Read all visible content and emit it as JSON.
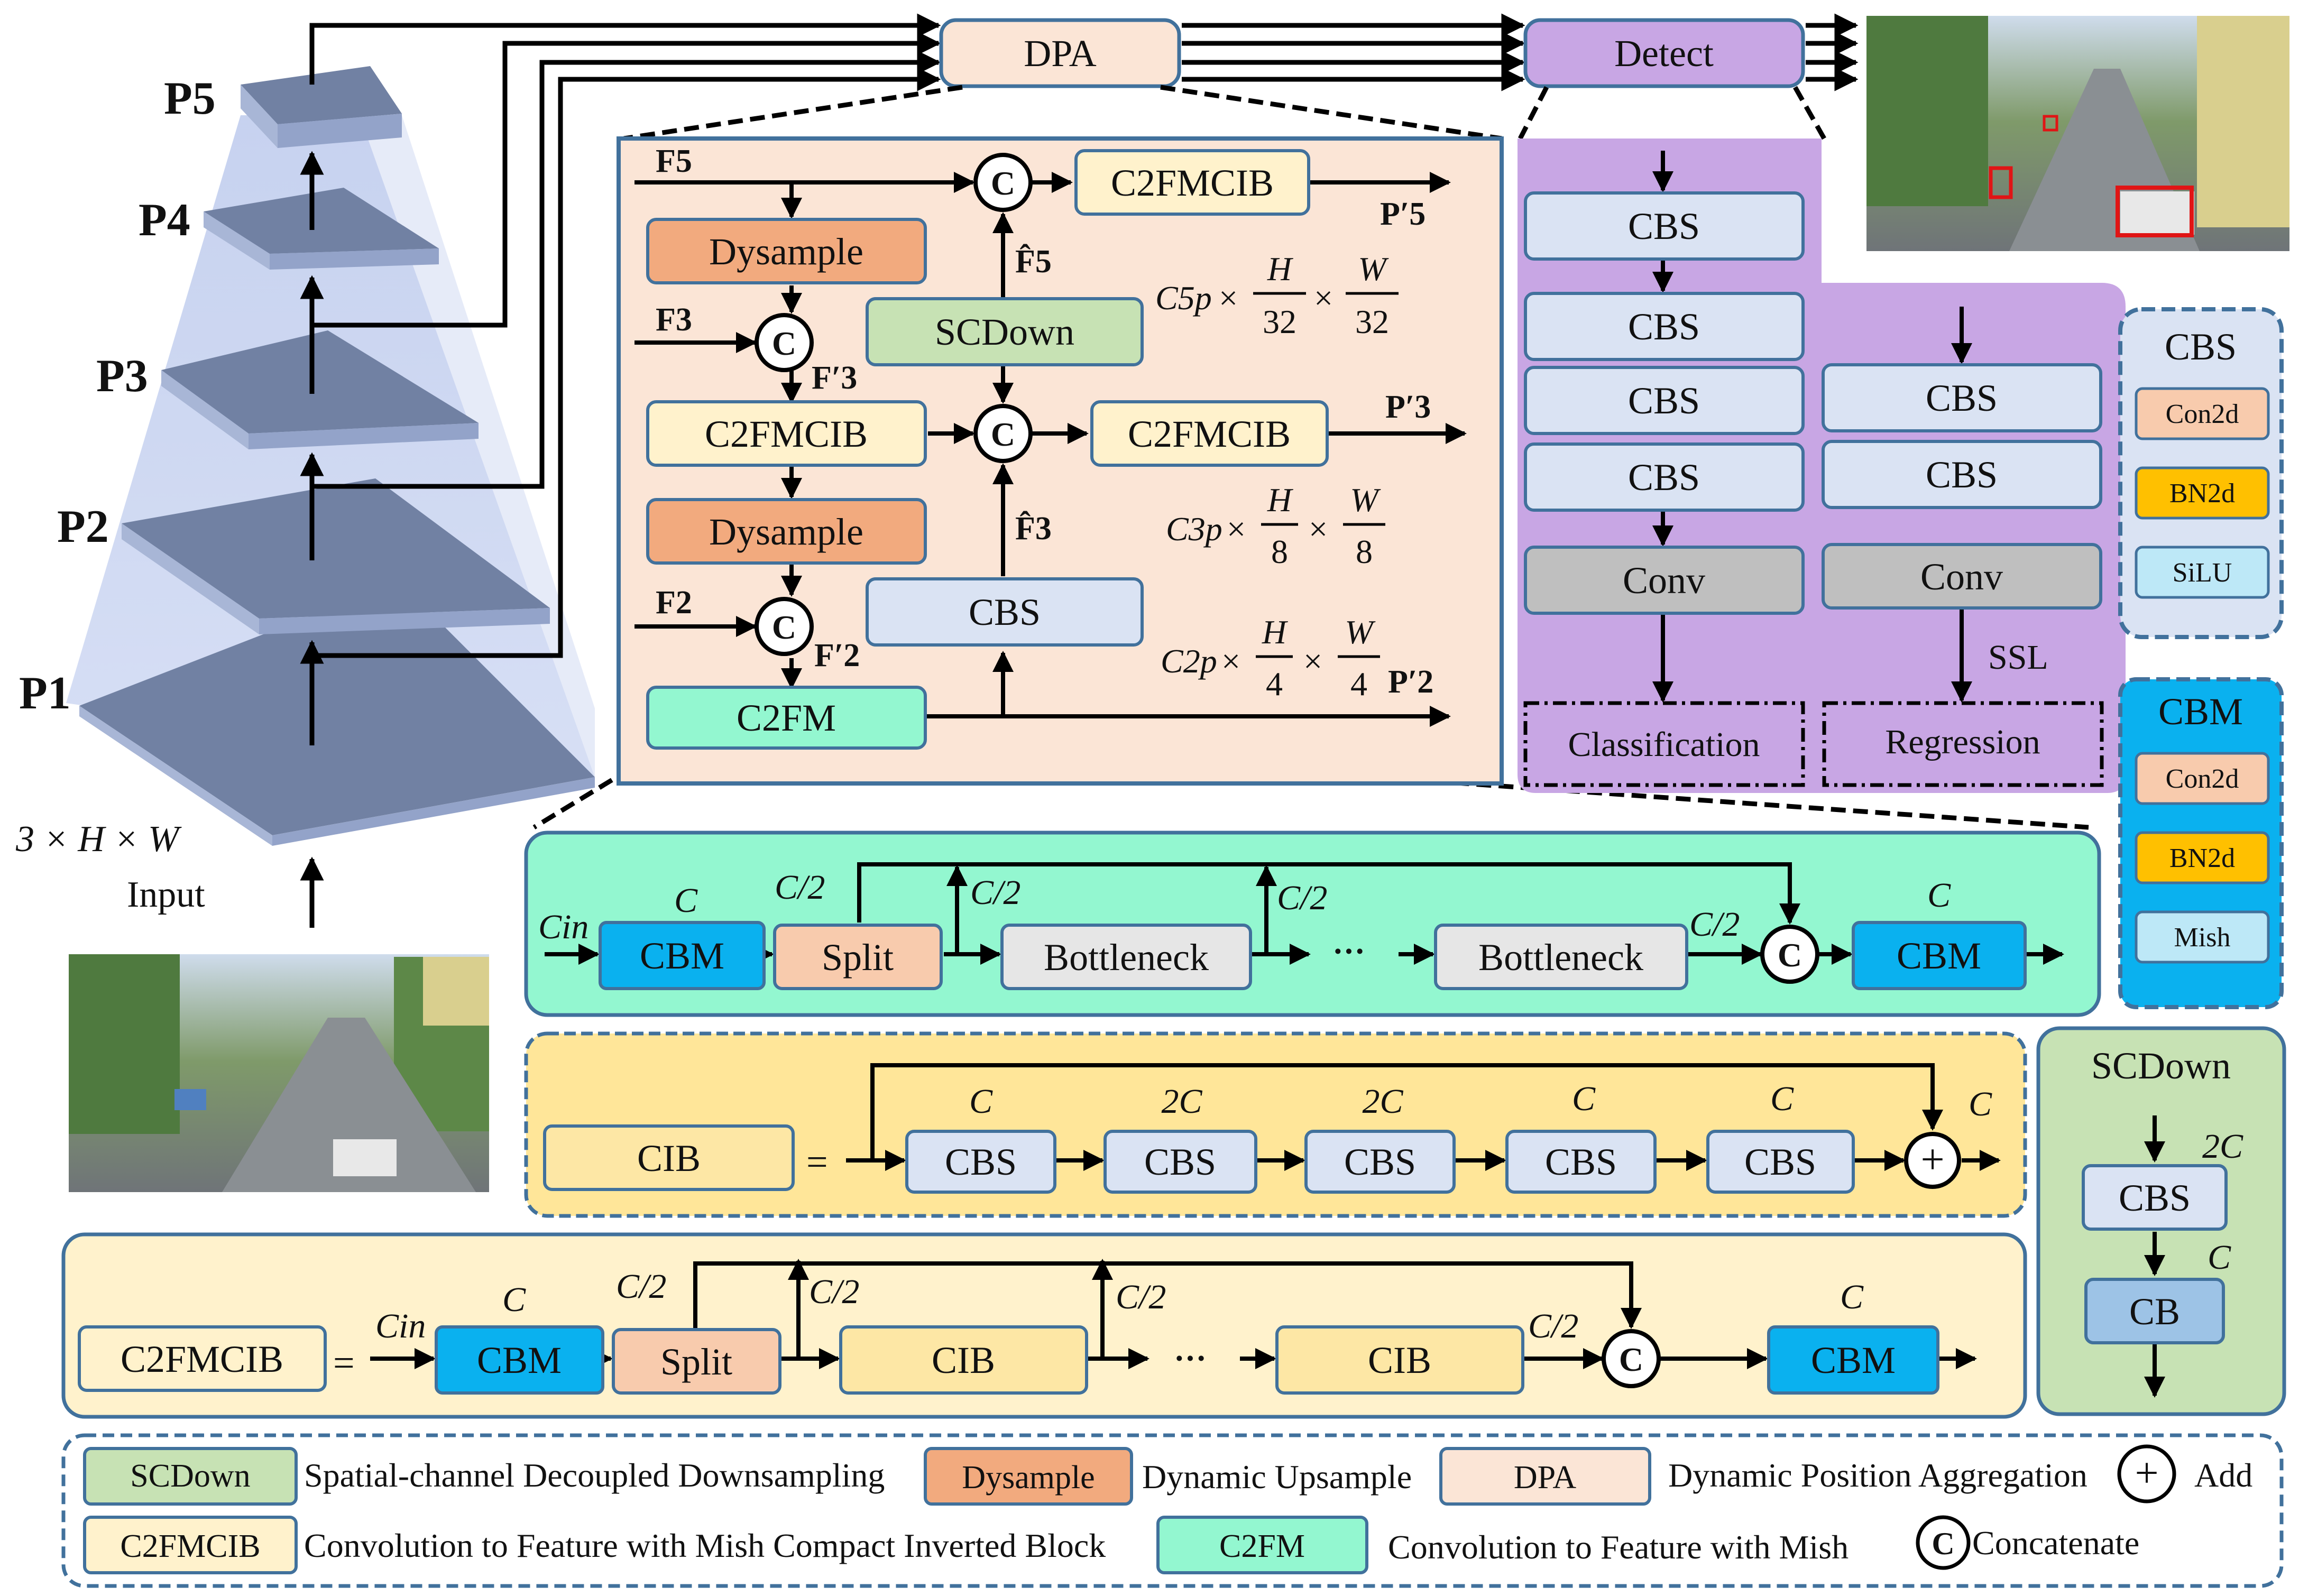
{
  "colors": {
    "scdown": "#c7e2b4",
    "dysample": "#f2aa7e",
    "dpa": "#fbe5d6",
    "c2fmcib": "#fff2cc",
    "c2fm": "#93f7d0",
    "cbs": "#dae3f3",
    "cbm": "#0ab1ef",
    "detect": "#c8a6e4",
    "conv": "#bfbfbf",
    "bottleneck": "#e6e6e6",
    "cib": "#fde7a5",
    "cb": "#9dc3e6",
    "con2d": "#f8cbad",
    "bn2d": "#ffc000",
    "activation": "#bde8f7",
    "stroke": "#41719c"
  },
  "backbone": {
    "levels": [
      "P5",
      "P4",
      "P3",
      "P2",
      "P1"
    ],
    "input_dims": "3 × H × W",
    "input_label": "Input"
  },
  "top": {
    "dpa": "DPA",
    "detect": "Detect"
  },
  "dpa_block": {
    "inputs": [
      "F5",
      "F3",
      "F2"
    ],
    "dysample": "Dysample",
    "scdown": "SCDown",
    "c2fmcib": "C2FMCIB",
    "cbs": "CBS",
    "c2fm": "C2FM",
    "concat": "C",
    "outputs": [
      "P′5",
      "P′3",
      "P′2"
    ],
    "intermediates": [
      "F′3",
      "F′2"
    ],
    "hat_features": [
      "F̂5",
      "F̂3"
    ],
    "dims": [
      {
        "c": "C5p",
        "h": "H",
        "hd": "32",
        "w": "W",
        "wd": "32"
      },
      {
        "c": "C3p",
        "h": "H",
        "hd": "8",
        "w": "W",
        "wd": "8"
      },
      {
        "c": "C2p",
        "h": "H",
        "hd": "4",
        "w": "W",
        "wd": "4"
      }
    ]
  },
  "detect_block": {
    "cbs": "CBS",
    "conv": "Conv",
    "classification": "Classification",
    "regression": "Regression",
    "ssl": "SSL"
  },
  "c2fm_row": {
    "cin": "Cin",
    "cbm": "CBM",
    "split": "Split",
    "bottleneck": "Bottleneck",
    "ellipsis": "···",
    "c": "C",
    "c_half": "C/2",
    "concat": "C"
  },
  "cib_row": {
    "title": "CIB",
    "equals": "=",
    "cbs": "CBS",
    "channels": [
      "C",
      "2C",
      "2C",
      "C",
      "C",
      "C"
    ],
    "add": "+"
  },
  "c2fmcib_row": {
    "title": "C2FMCIB",
    "equals": "=",
    "cin": "Cin",
    "cbm": "CBM",
    "split": "Split",
    "cib": "CIB",
    "ellipsis": "···",
    "c": "C",
    "c_half": "C/2",
    "concat": "C"
  },
  "side": {
    "cbs_title": "CBS",
    "cbm_title": "CBM",
    "con2d": "Con2d",
    "bn2d": "BN2d",
    "silu": "SiLU",
    "mish": "Mish",
    "scdown_title": "SCDown",
    "cbs": "CBS",
    "cb": "CB",
    "ch_2c": "2C",
    "ch_c": "C"
  },
  "legend": {
    "scdown": "SCDown",
    "scdown_desc": "Spatial-channel Decoupled Downsampling",
    "dysample": "Dysample",
    "dysample_desc": "Dynamic Upsample",
    "dpa": "DPA",
    "dpa_desc": "Dynamic Position Aggregation",
    "add_symbol": "+",
    "add_desc": "Add",
    "c2fmcib": "C2FMCIB",
    "c2fmcib_desc": "Convolution to Feature with Mish Compact Inverted Block",
    "c2fm": "C2FM",
    "c2fm_desc": "Convolution to Feature with Mish",
    "concat_symbol": "C",
    "concat_desc": "Concatenate"
  }
}
